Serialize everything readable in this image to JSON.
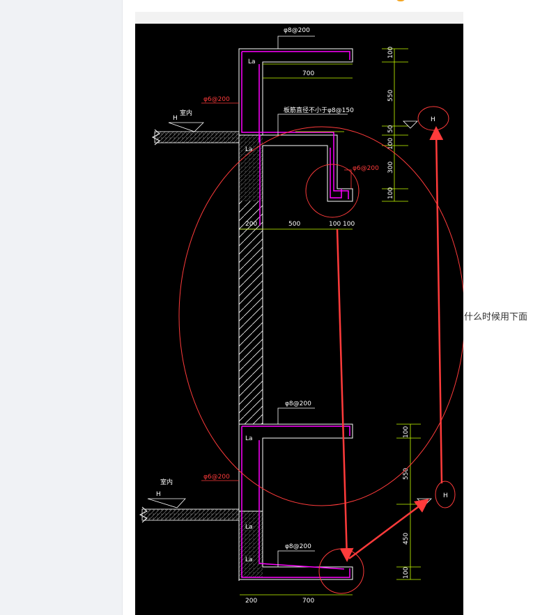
{
  "page": {
    "side_text": "什么时候用下面"
  },
  "drawing": {
    "colors": {
      "background": "#000000",
      "concrete_outline": "#ffffff",
      "rebar": "#ff00ff",
      "dimension": "#c8ff00",
      "annotation": "#ff3b3b",
      "hatch": "#ffffff"
    },
    "labels": {
      "anchor_la_1": "La",
      "anchor_la_2": "La",
      "anchor_la_3": "La",
      "anchor_la_4": "La",
      "anchor_la_5": "La",
      "rebar_top_slab": "φ8@200",
      "rebar_wall_upper": "φ6@200",
      "rebar_note": "板筋直径不小于φ8@150",
      "rebar_hook": "φ6@200",
      "rebar_mid_slab": "φ8@200",
      "rebar_wall_lower": "φ6@200",
      "rebar_bottom_slab": "φ8@200",
      "indoor_upper": "室内",
      "indoor_lower": "室内",
      "level_h1": "H",
      "level_h2": "H",
      "level_h3": "H",
      "level_h4": "H"
    },
    "dimensions": {
      "top_700": "700",
      "right_100a": "100",
      "right_550a": "550",
      "right_50": "50",
      "right_100b": "100",
      "right_300": "300",
      "right_100c": "100",
      "mid_200": "200",
      "mid_500": "500",
      "mid_100a": "100",
      "mid_100b": "100",
      "low_100a": "100",
      "low_550": "550",
      "low_450": "450",
      "low_100b": "100",
      "bottom_200": "200",
      "bottom_700": "700"
    }
  }
}
